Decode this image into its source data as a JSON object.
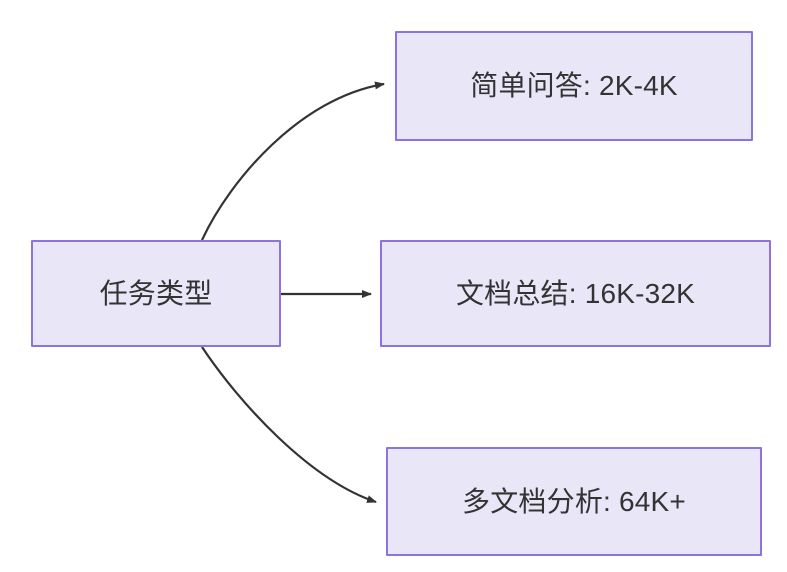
{
  "diagram": {
    "type": "flowchart",
    "direction": "left-to-right",
    "background_color": "#ffffff",
    "node_fill_color": "#e9e6f8",
    "node_border_color": "#8c73dd",
    "node_text_color": "#333333",
    "edge_color": "#333333",
    "nodes": [
      {
        "id": "source",
        "label": "任务类型"
      },
      {
        "id": "simple_qa",
        "label": "简单问答: 2K-4K"
      },
      {
        "id": "doc_summary",
        "label": "文档总结: 16K-32K"
      },
      {
        "id": "multi_doc",
        "label": "多文档分析: 64K+"
      }
    ],
    "edges": [
      {
        "from": "source",
        "to": "simple_qa",
        "label": "",
        "style": "curved-arrow"
      },
      {
        "from": "source",
        "to": "doc_summary",
        "label": "",
        "style": "straight-arrow"
      },
      {
        "from": "source",
        "to": "multi_doc",
        "label": "",
        "style": "curved-arrow"
      }
    ]
  }
}
